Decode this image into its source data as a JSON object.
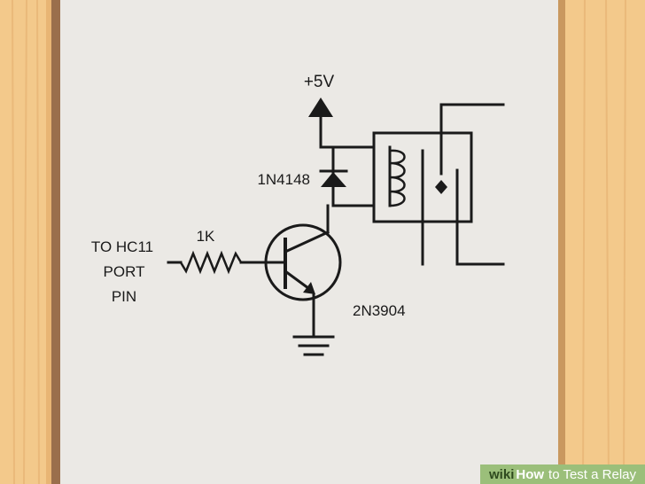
{
  "diagram": {
    "supply_label": "+5V",
    "diode_label": "1N4148",
    "resistor_label": "1K",
    "input_label_lines": [
      "TO HC11",
      "PORT",
      "PIN"
    ],
    "transistor_label": "2N3904"
  },
  "watermark": {
    "site": "wiki",
    "how": "How",
    "title": "to Test a Relay"
  }
}
